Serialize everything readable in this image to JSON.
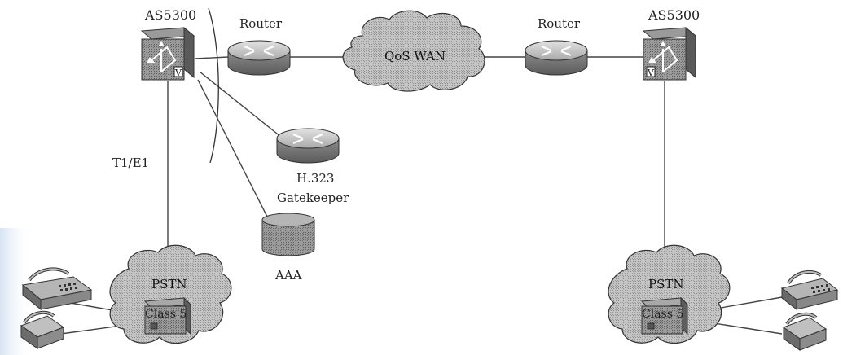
{
  "labels": {
    "as5300_left": "AS5300",
    "as5300_right": "AS5300",
    "router_left": "Router",
    "router_right": "Router",
    "qos_wan": "QoS WAN",
    "t1e1": "T1/E1",
    "h323_line1": "H.323",
    "h323_line2": "Gatekeeper",
    "aaa": "AAA",
    "pstn_left": "PSTN",
    "pstn_right": "PSTN",
    "class5_left": "Class 5",
    "class5_right": "Class 5",
    "v_left": "V",
    "v_right": "V"
  },
  "colors": {
    "line": "#333333",
    "device_dark": "#6e6e6e",
    "device_light": "#c8c8c8",
    "cloud_fill": "#b9b9b9",
    "class5_fill": "#8a8a8a",
    "edge_tint": "#e8f0f9"
  }
}
